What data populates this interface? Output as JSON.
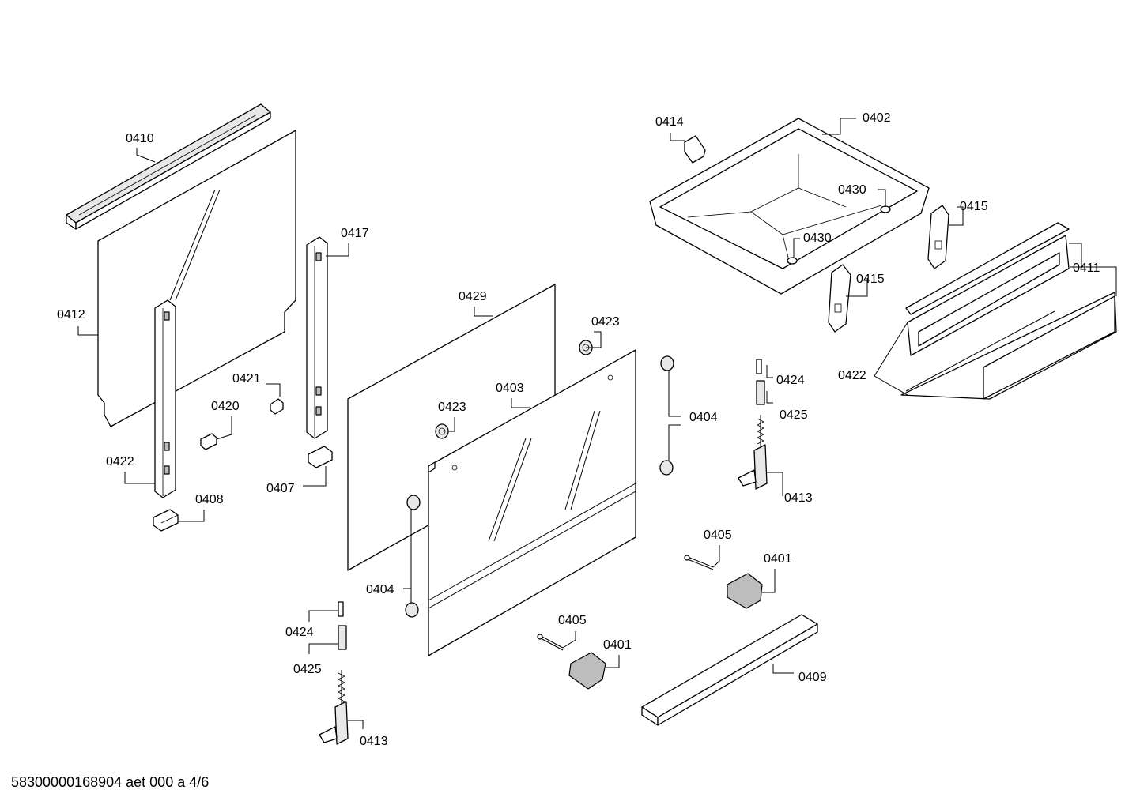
{
  "labels": {
    "l0410": "0410",
    "l0412": "0412",
    "l0417": "0417",
    "l0421": "0421",
    "l0420": "0420",
    "l0422a": "0422",
    "l0408": "0408",
    "l0407": "0407",
    "l0429": "0429",
    "l0423a": "0423",
    "l0423b": "0423",
    "l0403": "0403",
    "l0404a": "0404",
    "l0404b": "0404",
    "l0424a": "0424",
    "l0425a": "0425",
    "l0413a": "0413",
    "l0405a": "0405",
    "l0401a": "0401",
    "l0409": "0409",
    "l0414": "0414",
    "l0402": "0402",
    "l0430a": "0430",
    "l0430b": "0430",
    "l0415a": "0415",
    "l0415b": "0415",
    "l0411": "0411",
    "l0422b": "0422",
    "l0424b": "0424",
    "l0425b": "0425",
    "l0413b": "0413",
    "l0405b": "0405",
    "l0401b": "0401"
  },
  "footer": "58300000168904 aet 000 a 4/6"
}
